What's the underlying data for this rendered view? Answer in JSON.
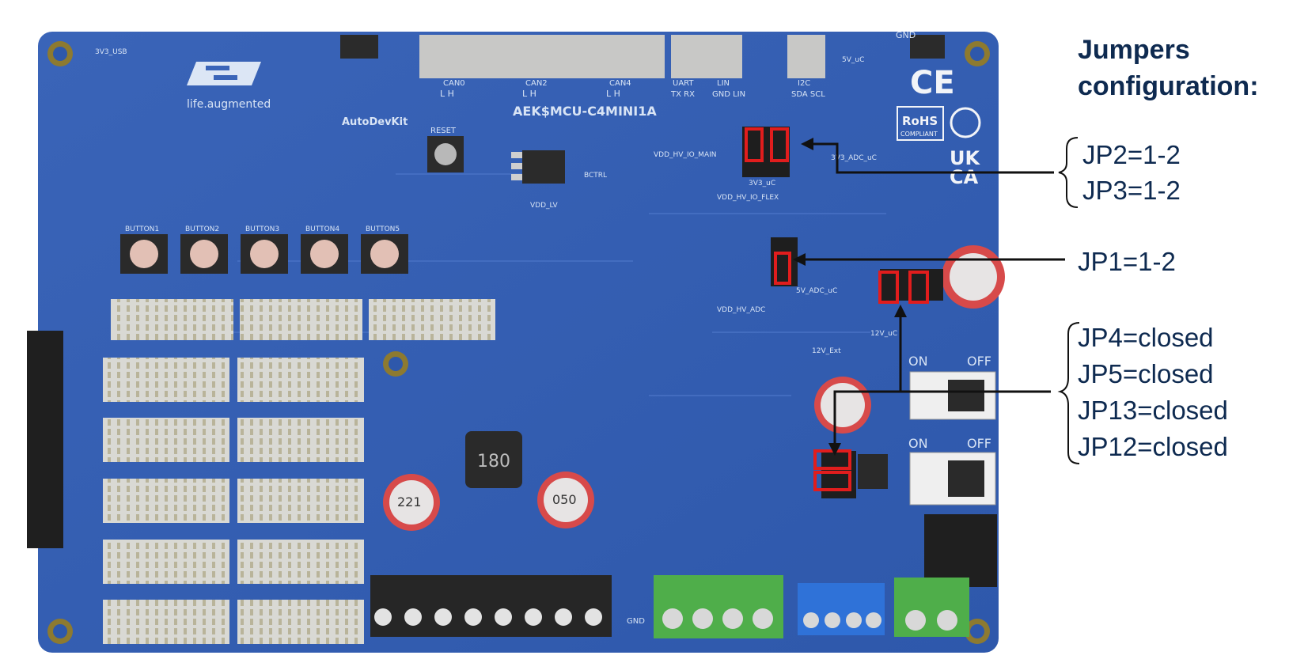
{
  "title": "Jumpers configuration:",
  "config": {
    "group1": [
      "JP2=1-2",
      "JP3=1-2"
    ],
    "jp1": "JP1=1-2",
    "group2": [
      "JP4=closed",
      "JP5=closed",
      "JP13=closed",
      "JP12=closed"
    ]
  },
  "board": {
    "name": "AEK$MCU-C4MINI1A",
    "tagline": "life.augmented",
    "autodevkit": "AutoDevKit",
    "reset": "RESET",
    "gnd": "GND",
    "ce": "CE",
    "rohs": "RoHS",
    "rohs_sub": "COMPLIANT",
    "ukca": [
      "UK",
      "CA"
    ],
    "connectors_top": [
      "CAN0",
      "CAN2",
      "CAN4",
      "UART",
      "LIN",
      "I2C"
    ],
    "connector_pins": [
      "L  H",
      "L  H",
      "L  H",
      "TX  RX",
      "GND  LIN",
      "SDA  SCL"
    ],
    "buttons": [
      "BUTTON1",
      "BUTTON2",
      "BUTTON3",
      "BUTTON4",
      "BUTTON5"
    ],
    "switch_on": "ON",
    "switch_off": "OFF",
    "cap_marks": [
      "221",
      "050",
      "180"
    ],
    "labels": {
      "vdd_hv_io_main": "VDD_HV_IO_MAIN",
      "vdd_hv_io_flex": "VDD_HV_IO_FLEX",
      "v3v3_uc": "3V3_uC",
      "v3v3_adc_uc": "3V3_ADC_uC",
      "v5v_adc_uc": "5V_ADC_uC",
      "vdd_hv_adc": "VDD_HV_ADC",
      "v12v_uc": "12V_uC",
      "v12v_ext": "12V_Ext",
      "vdd_lv": "VDD_LV",
      "bctrl": "BCTRL",
      "v5v_uc": "5V_uC",
      "v3v3_usb": "3V3_USB"
    }
  }
}
